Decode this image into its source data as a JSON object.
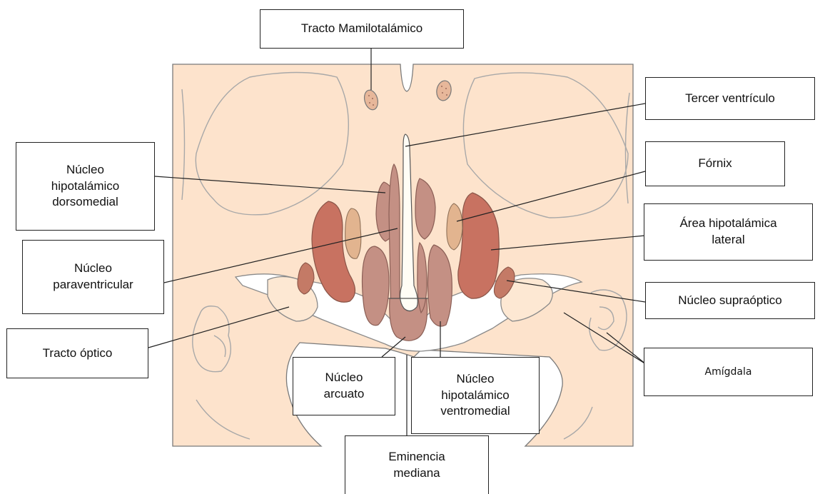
{
  "diagram": {
    "colors": {
      "background": "#fde3cc",
      "outline": "#9a9a9a",
      "medial_nuclei": "#c49084",
      "lateral_area": "#c87261",
      "fornix": "#e2b48f",
      "ventricle": "#fffdf5",
      "optic": "#fde8d3",
      "leader_line": "#222222"
    },
    "labels": {
      "mamillothalamic": "Tracto Mamilotalámico",
      "third_ventricle": "Tercer ventrículo",
      "dorsomedial": "Núcleo\nhipotalámico\ndorsomedial",
      "fornix": "Fórnix",
      "lateral_area": "Área hipotalámica\nlateral",
      "paraventricular": "Núcleo\nparaventricular",
      "supraoptic": "Núcleo supraóptico",
      "optic_tract": "Tracto óptico",
      "amygdala": "Amígdala",
      "arcuate": "Núcleo\narcuato",
      "ventromedial": "Núcleo\nhipotalámico\nventromedial",
      "median_eminence": "Eminencia\nmediana"
    }
  }
}
